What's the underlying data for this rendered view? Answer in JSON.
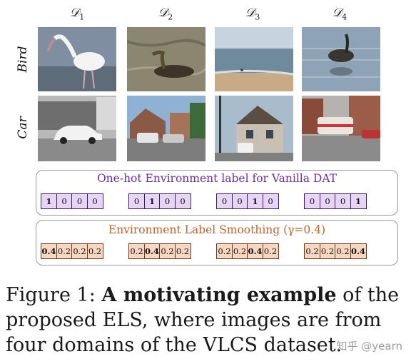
{
  "domains": [
    {
      "symbol": "𝒟",
      "index": "1"
    },
    {
      "symbol": "𝒟",
      "index": "2"
    },
    {
      "symbol": "𝒟",
      "index": "3"
    },
    {
      "symbol": "𝒟",
      "index": "4"
    }
  ],
  "rows": [
    "Bird",
    "Car"
  ],
  "onehot": {
    "title": "One-hot Environment label for Vanilla DAT",
    "vectors": [
      [
        "1",
        "0",
        "0",
        "0"
      ],
      [
        "0",
        "1",
        "0",
        "0"
      ],
      [
        "0",
        "0",
        "1",
        "0"
      ],
      [
        "0",
        "0",
        "0",
        "1"
      ]
    ],
    "fill": "#e7d4f7",
    "border": "#3a1f5c",
    "title_color": "#6b2fa0"
  },
  "smooth": {
    "title": "Environment Label Smoothing (γ=0.4)",
    "vectors": [
      [
        "0.4",
        "0.2",
        "0.2",
        "0.2"
      ],
      [
        "0.2",
        "0.4",
        "0.2",
        "0.2"
      ],
      [
        "0.2",
        "0.2",
        "0.4",
        "0.2"
      ],
      [
        "0.2",
        "0.2",
        "0.2",
        "0.4"
      ]
    ],
    "fill": "#f8d7c2",
    "border": "#6a3b1e",
    "title_color": "#c0622a"
  },
  "caption": {
    "prefix": "Figure 1: ",
    "bold": "A motivating example",
    "rest": " of the proposed ELS, where images are from four domains of the VLCS dataset."
  },
  "watermark": "知乎 @yearn"
}
